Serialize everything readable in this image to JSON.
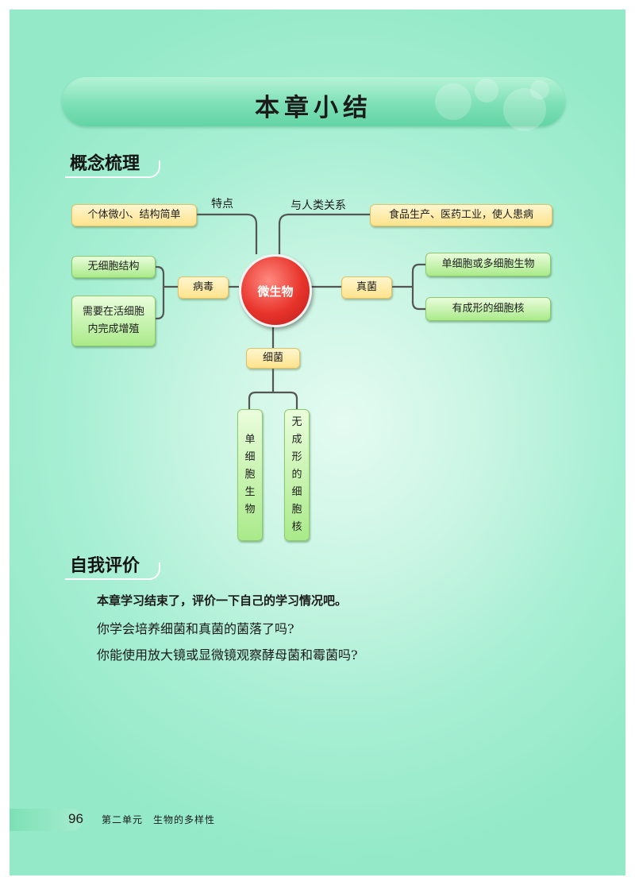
{
  "title": "本章小结",
  "concept_section": {
    "heading": "概念梳理"
  },
  "concept_map": {
    "center": "微生物",
    "branches": {
      "features": "特点",
      "human_relation": "与人类关系"
    },
    "nodes": {
      "features_box": "个体微小、结构简单",
      "human_relation_box": "食品生产、医药工业，使人患病",
      "virus": "病毒",
      "virus_no_cell": "无细胞结构",
      "virus_reproduce_line1": "需要在活细胞",
      "virus_reproduce_line2": "内完成增殖",
      "fungi": "真菌",
      "fungi_cell": "单细胞或多细胞生物",
      "fungi_nucleus": "有成形的细胞核",
      "bacteria": "细菌",
      "bacteria_unicellular": [
        "单",
        "细",
        "胞",
        "生",
        "物"
      ],
      "bacteria_no_nucleus": [
        "无",
        "成",
        "形",
        "的",
        "细",
        "胞",
        "核"
      ]
    }
  },
  "self_evaluation": {
    "heading": "自我评价",
    "lines": [
      "本章学习结束了，评价一下自己的学习情况吧。",
      "你学会培养细菌和真菌的菌落了吗?",
      "你能使用放大镜或显微镜观察酵母菌和霉菌吗?"
    ]
  },
  "footer": {
    "page_number": "96",
    "unit_text": "第二单元　生物的多样性"
  },
  "colors": {
    "background": "#a8efd4",
    "banner": "#7de0b6",
    "center_circle": "#e8342b",
    "yellow_box": "#fde38c",
    "green_box": "#aaea8a",
    "connector": "#555555"
  }
}
